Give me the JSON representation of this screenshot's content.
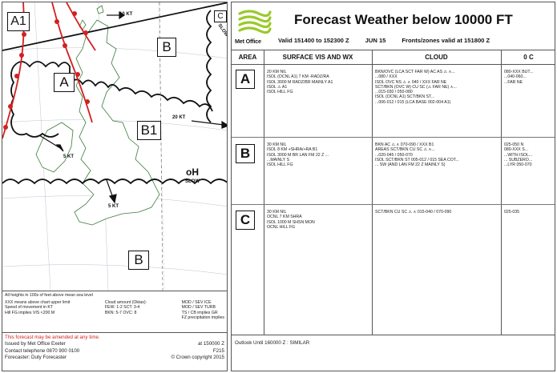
{
  "map": {
    "zones": {
      "a1": "A1",
      "a": "A",
      "b_top": "B",
      "b1": "B1",
      "b_bottom": "B",
      "c": "C"
    },
    "slow_label": "SLOW",
    "pressure_centre": {
      "symbol": "oH",
      "label": "SLOW"
    },
    "wind_labels": {
      "top": "10 KT",
      "right": "20 KT",
      "left": "5 KT",
      "bottom": "5 KT"
    },
    "colors": {
      "front": "#d32020",
      "zone_line": "#111111",
      "coast": "#3c7a3c",
      "sea_grid": "#aab4c4"
    }
  },
  "legend": {
    "title": "All heights in 100s of feet above mean sea level",
    "lines_left": [
      "XXX means above chart upper limit",
      "Speed of movement in KT",
      "Hill FG implies VIS <200 M"
    ],
    "lines_mid": [
      "Cloud amount (Oktas):",
      "FEW: 1-2  SCT: 3-4",
      "BKN: 5-7  OVC: 8"
    ],
    "lines_right": [
      "MOD / SEV ICE",
      "MOD / SEV TURB",
      "TS / CB implies GR",
      "FZ precipitation implies"
    ]
  },
  "footer": {
    "warning": "This forecast may be amended at any time.",
    "issued_by": "Issued by Met Office Exeter",
    "issued_at": "at 150000 Z",
    "contact": "Contact telephone 0870 900 0100",
    "form_code": "F215",
    "forecaster": "Forecaster: Duty Forecaster",
    "copyright": "© Crown copyright 2015"
  },
  "header": {
    "logo_text": "Met Office",
    "title": "Forecast Weather below 10000 FT",
    "valid": "Valid 151400 to 152300 Z",
    "date": "JUN 15",
    "fronts_valid": "Fronts/zones valid at 151800 Z",
    "logo_color": "#9ac92a"
  },
  "table": {
    "headers": {
      "area": "AREA",
      "surface": "SURFACE VIS AND WX",
      "cloud": "CLOUD",
      "zero_c": "0 C"
    },
    "rows": [
      {
        "area": "A",
        "surface": [
          "20 KM NIL",
          "ISOL (OCNL A1) 7 KM -RADZ/RA",
          "ISOL 3000 M RADZ/BR MAINLY A1",
          "ISOL ⚠ A1",
          "ISOL HILL FG"
        ],
        "cloud": [
          "BKN/OVC (LCA SCT FAR W) AC AS ⚠ ∧...",
          "...080 / XXX",
          "ISOL OVC NS ⚠ ∧ 040 / XXX FAR NE",
          "SCT/BKN (OVC W) CU SC (⚠ FAR NE) ∧...",
          "...015-030 / 050-080",
          "ISOL (OCNL A1) SCT/BKN ST...",
          "...006-012 / 015 (LCA BASE 002-004 A1)"
        ],
        "zero_c": [
          "080-XXX BUT...",
          "...040-060...",
          "...FAR NE"
        ]
      },
      {
        "area": "B",
        "surface": [
          "30 KM NIL",
          "ISOL 8 KM +SHRA/+RA B1",
          "ISOL 3000 M BR LAN FM 22 Z ...",
          "...MAINLY S",
          "ISOL HILL FG"
        ],
        "cloud": [
          "BKN AC ⚠ ∧ 070-090 / XXX B1",
          "AREAS SCT/BKN CU SC ⚠ ∧...",
          "...020-045 / 050-070",
          "ISOL SCT/BKN ST 005-012 / 015 SEA COT...",
          "... SW (AND LAN FM 22 Z MAINLY S)"
        ],
        "zero_c": [
          "025-050 N",
          "080-XXX S...",
          "...WITH ISOL...",
          "... SUBZERO...",
          "...LYR 050-070"
        ]
      },
      {
        "area": "C",
        "surface": [
          "30 KM NIL",
          "OCNL 7 KM SHRA",
          "ISOL 1000 M SHSN MON",
          "OCNL HILL FG"
        ],
        "cloud": [
          "SCT/BKN CU SC ⚠ ∧ 015-040 / 070-090"
        ],
        "zero_c": [
          "025-035"
        ]
      }
    ]
  },
  "outlook": "Outlook Until 160000 Z : SIMILAR"
}
